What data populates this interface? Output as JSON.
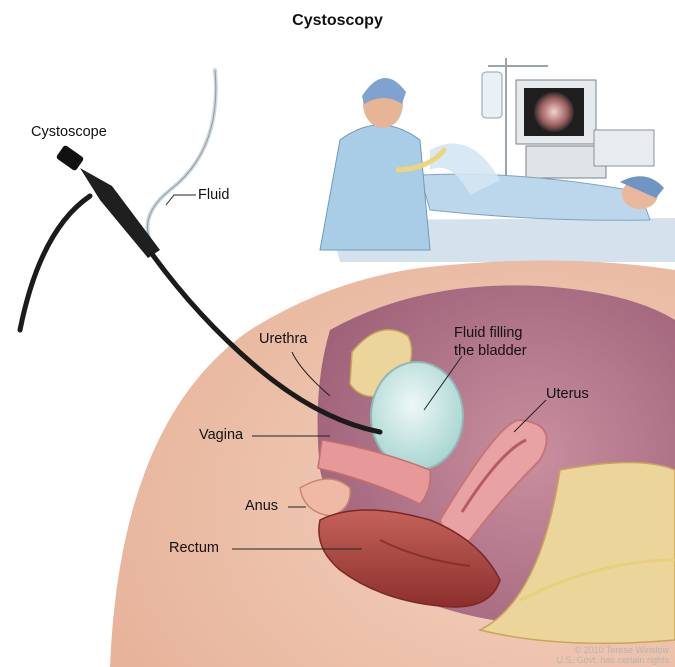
{
  "title": "Cystoscopy",
  "labels": {
    "cystoscope": "Cystoscope",
    "fluid": "Fluid",
    "urethra": "Urethra",
    "fluid_filling_line1": "Fluid filling",
    "fluid_filling_line2": "the bladder",
    "uterus": "Uterus",
    "vagina": "Vagina",
    "anus": "Anus",
    "rectum": "Rectum"
  },
  "credit": {
    "line1": "© 2010 Terese Winslow",
    "line2": "U.S. Govt. has certain rights"
  },
  "colors": {
    "skin": "#f1c9b3",
    "tissue": "#d98f8f",
    "bladder_fluid": "#cfe9e6",
    "bone": "#ecd59a",
    "rectum": "#a8453f",
    "scope": "#1b1b1b",
    "gown": "#a9cde6"
  }
}
